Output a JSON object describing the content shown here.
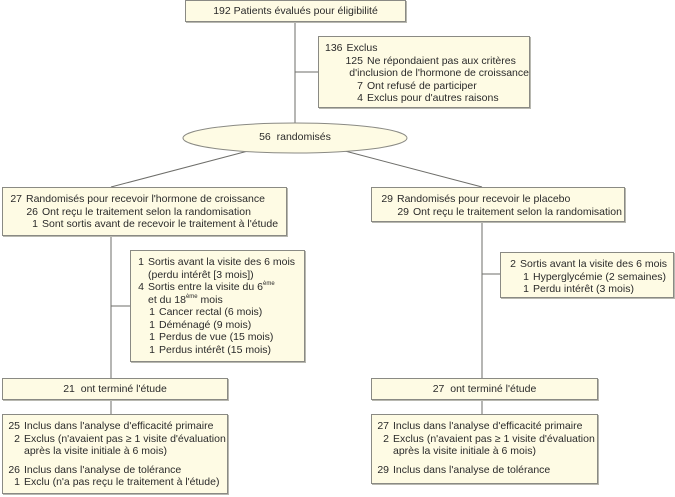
{
  "title": "Diagramme de flux des patients",
  "screening": {
    "n": "192",
    "label": "Patients évalués pour éligibilité"
  },
  "excluded": {
    "n": "136",
    "label": "Exclus",
    "items": [
      {
        "n": "125",
        "label": "Ne répondaient pas aux critères",
        "cont": "d'inclusion de l'hormone de croissance"
      },
      {
        "n": "7",
        "label": "Ont refusé de participer"
      },
      {
        "n": "4",
        "label": "Exclus pour d'autres raisons"
      }
    ]
  },
  "randomized": {
    "n": "56",
    "label": "randomisés"
  },
  "arms": {
    "gh": {
      "allocation": {
        "n": "27",
        "label": "Randomisés pour recevoir l'hormone de croissance",
        "items": [
          {
            "n": "26",
            "label": "Ont reçu le traitement selon la randomisation"
          },
          {
            "n": "1",
            "label": "Sont sortis avant de recevoir le traitement à l'étude"
          }
        ]
      },
      "withdrawals": {
        "items": [
          {
            "n": "1",
            "label": "Sortis avant la visite des 6 mois",
            "cont": "(perdu intérêt [3 mois])"
          },
          {
            "n": "4",
            "label_pre": "Sortis entre la visite du 6",
            "sup1": "ème",
            "cont_pre": "et du 18",
            "sup2": "ème",
            "cont_post": " mois"
          }
        ],
        "subitems": [
          {
            "n": "1",
            "label": "Cancer rectal (6 mois)"
          },
          {
            "n": "1",
            "label": "Déménagé (9 mois)"
          },
          {
            "n": "1",
            "label": "Perdus de vue (15 mois)"
          },
          {
            "n": "1",
            "label": "Perdus intérêt (15 mois)"
          }
        ]
      },
      "completed": {
        "n": "21",
        "label": "ont terminé l'étude"
      },
      "analysis": {
        "efficacy": {
          "n": "25",
          "label": "Inclus dans l'analyse d'efficacité primaire"
        },
        "efficacy_excl": {
          "n": "2",
          "label": "Exclus (n'avaient pas ≥ 1 visite d'évaluation",
          "cont": "après la visite initiale à 6 mois)"
        },
        "safety": {
          "n": "26",
          "label": "Inclus dans l'analyse de tolérance"
        },
        "safety_excl": {
          "n": "1",
          "label": "Exclu (n'a pas reçu le traitement à l'étude)"
        }
      }
    },
    "placebo": {
      "allocation": {
        "n": "29",
        "label": "Randomisés pour recevoir le placebo",
        "items": [
          {
            "n": "29",
            "label": "Ont reçu le traitement selon la randomisation"
          }
        ]
      },
      "withdrawals": {
        "n": "2",
        "label": "Sortis avant la visite des 6 mois",
        "items": [
          {
            "n": "1",
            "label": "Hyperglycémie (2 semaines)"
          },
          {
            "n": "1",
            "label": "Perdu intérêt (3 mois)"
          }
        ]
      },
      "completed": {
        "n": "27",
        "label": "ont terminé l'étude"
      },
      "analysis": {
        "efficacy": {
          "n": "27",
          "label": "Inclus dans l'analyse d'efficacité primaire"
        },
        "efficacy_excl": {
          "n": "2",
          "label": "Exclus (n'avaient pas ≥ 1 visite d'évaluation",
          "cont": "après la visite initiale à 6 mois)"
        },
        "safety": {
          "n": "29",
          "label": "Inclus dans l'analyse de tolérance"
        }
      }
    }
  }
}
